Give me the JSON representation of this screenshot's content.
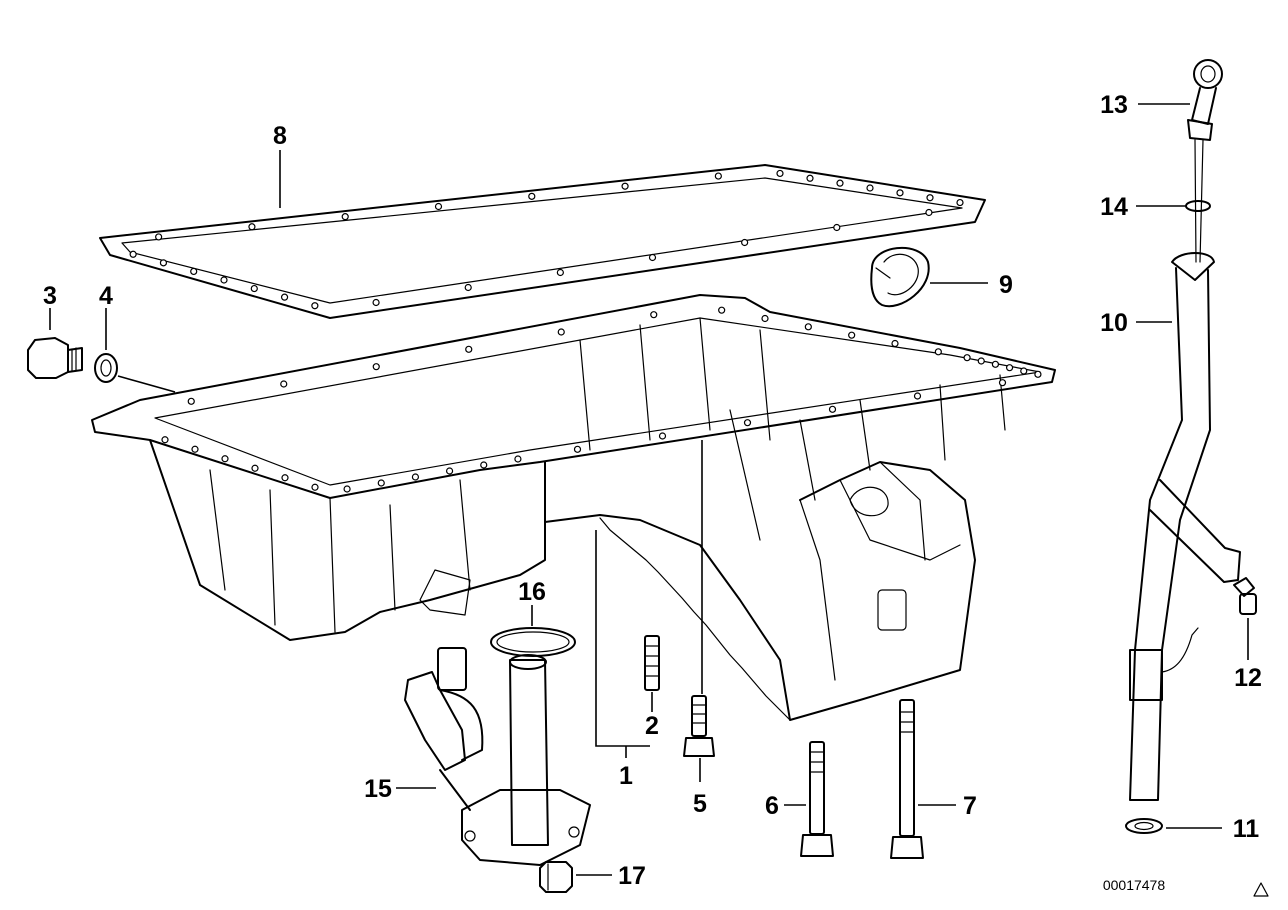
{
  "diagram": {
    "doc_number": "00017478",
    "callouts": {
      "c1": "1",
      "c2": "2",
      "c3": "3",
      "c4": "4",
      "c5": "5",
      "c6": "6",
      "c7": "7",
      "c8": "8",
      "c9": "9",
      "c10": "10",
      "c11": "11",
      "c12": "12",
      "c13": "13",
      "c14": "14",
      "c15": "15",
      "c16": "16",
      "c17": "17"
    },
    "corner_icon": "triangle-icon"
  }
}
